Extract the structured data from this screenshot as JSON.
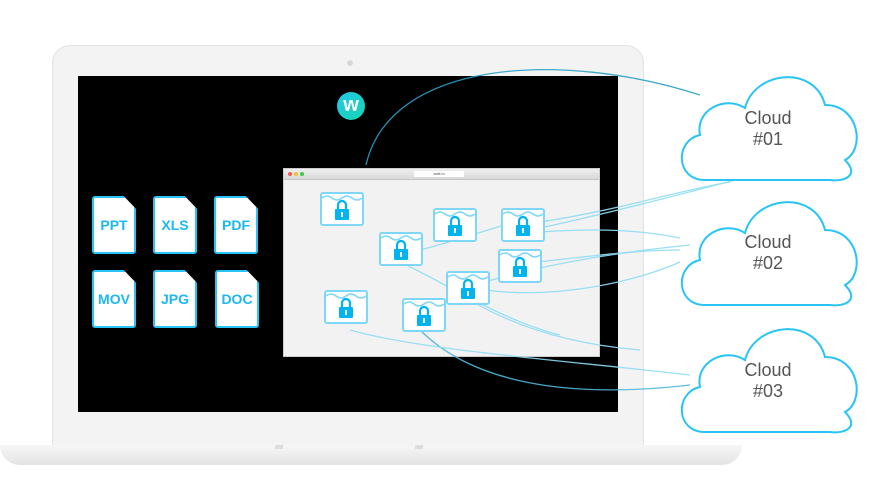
{
  "logo": {
    "letter": "w"
  },
  "files": [
    {
      "label": "PPT"
    },
    {
      "label": "XLS"
    },
    {
      "label": "PDF"
    },
    {
      "label": "MOV"
    },
    {
      "label": "JPG"
    },
    {
      "label": "DOC"
    }
  ],
  "browser": {
    "address": "walt.io"
  },
  "clouds": [
    {
      "line1": "Cloud",
      "line2": "#01"
    },
    {
      "line1": "Cloud",
      "line2": "#02"
    },
    {
      "line1": "Cloud",
      "line2": "#03"
    }
  ],
  "colors": {
    "accent": "#27c4f5",
    "lock": "#00b4f0",
    "line": "#8fdcf5",
    "screen": "#000000"
  }
}
